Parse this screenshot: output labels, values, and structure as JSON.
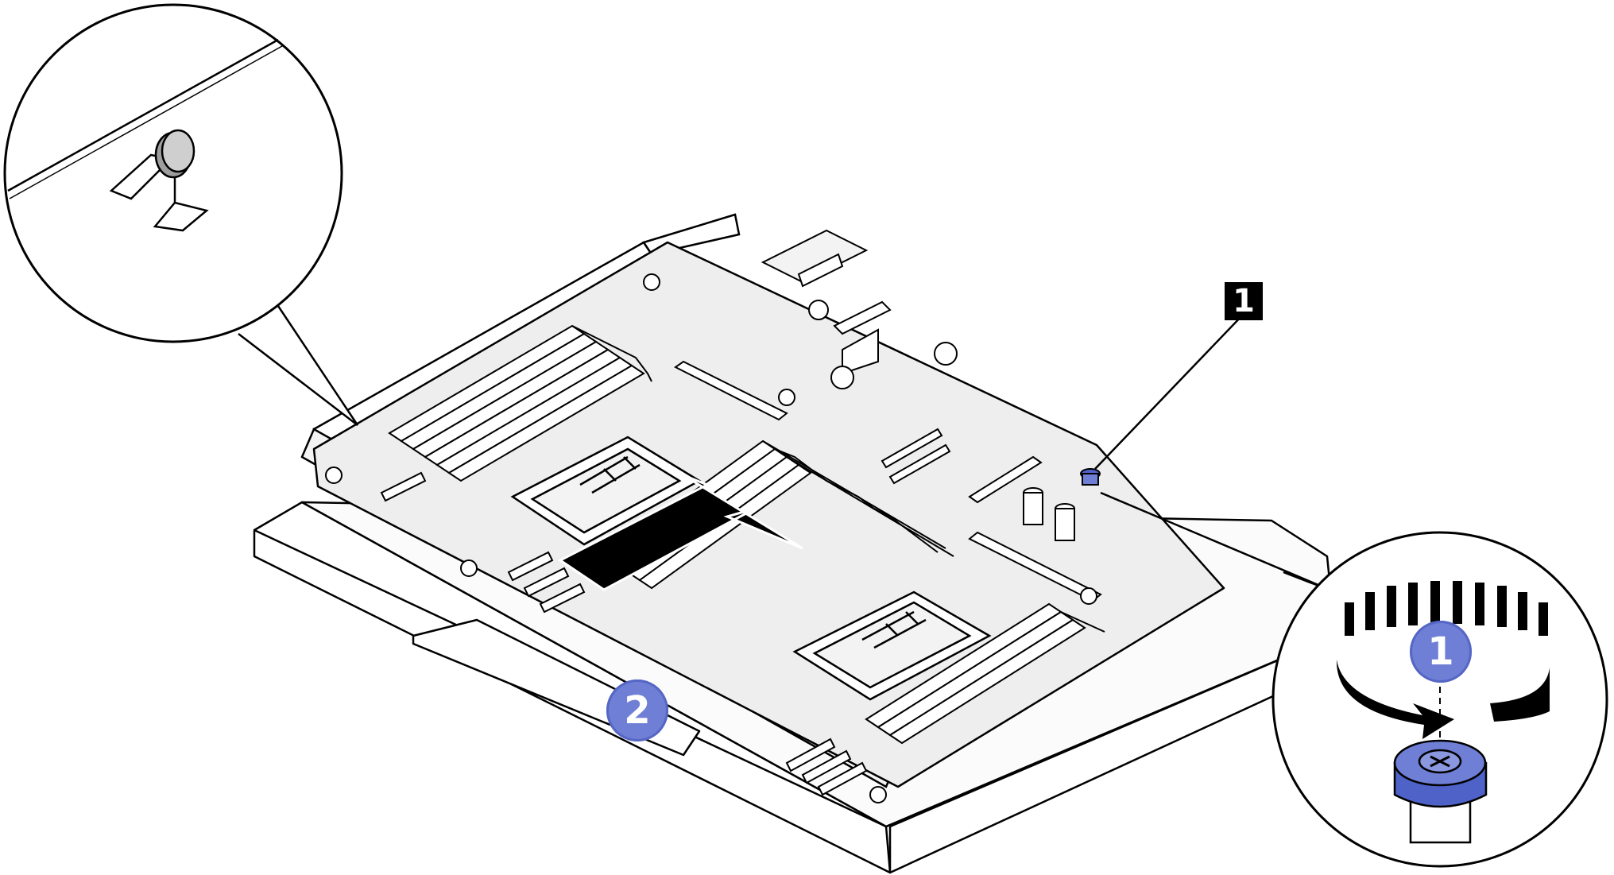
{
  "diagram": {
    "callout_label": "1",
    "steps": [
      {
        "label": "1",
        "action": "loosen-captive-screw"
      },
      {
        "label": "2",
        "action": "slide-system-board-tray"
      }
    ],
    "colors": {
      "line": "#000000",
      "board_fill": "#eeeeee",
      "tray_fill": "#ffffff",
      "accent_blue": "#6f7fd6",
      "screw_blue": "#4f62c8",
      "arrow": "#000000"
    },
    "icons": [
      "rotation-arrow-icon",
      "captive-screw-icon",
      "slide-arrow-icon",
      "guide-pin-icon"
    ]
  }
}
